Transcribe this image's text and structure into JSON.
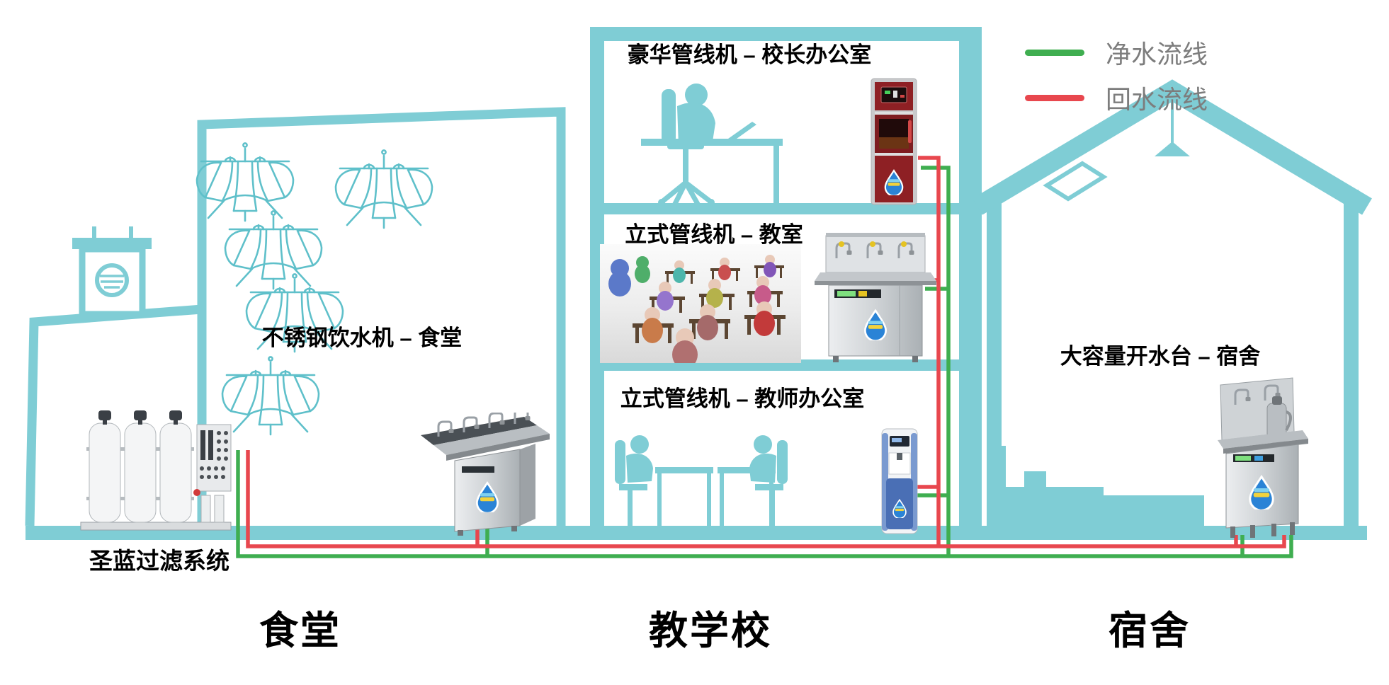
{
  "legend": {
    "items": [
      {
        "label": "净水流线",
        "color": "#3fae50"
      },
      {
        "label": "回水流线",
        "color": "#e8474e"
      }
    ]
  },
  "labels": {
    "principal_office": "豪华管线机 – 校长办公室",
    "classroom": "立式管线机 – 教室",
    "teacher_office": "立式管线机 – 教师办公室",
    "canteen_machine": "不锈钢饮水机 – 食堂",
    "dorm_machine": "大容量开水台 – 宿舍",
    "filter_system": "圣蓝过滤系统"
  },
  "buildings": [
    {
      "name": "食堂"
    },
    {
      "name": "教学校"
    },
    {
      "name": "宿舍"
    }
  ],
  "colors": {
    "building": "#7fcdd5",
    "table-line": "#5fc0ca",
    "pipe-clean": "#3fae50",
    "pipe-return": "#e8474e",
    "legend-text": "#7d7d7d"
  }
}
